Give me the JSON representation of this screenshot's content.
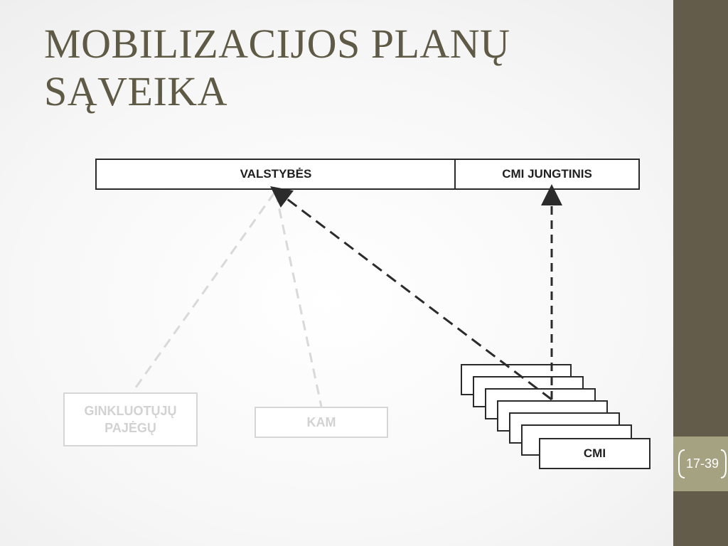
{
  "slide": {
    "title_line1": "MOBILIZACIJOS PLANŲ",
    "title_line2": "SĄVEIKA",
    "page_number": "17-39"
  },
  "diagram": {
    "top_left_label": "VALSTYBĖS",
    "top_right_label": "CMI JUNGTINIS",
    "left_box_label_line1": "GINKLUOTŲJŲ",
    "left_box_label_line2": "PAJĖGŲ",
    "middle_box_label": "KAM",
    "stack_front_label": "CMI"
  },
  "colors": {
    "title": "#5f5a45",
    "sidebar": "#635c4a",
    "badge": "#a5a282",
    "faded": "#d6d6d6",
    "line": "#2b2b2b"
  }
}
